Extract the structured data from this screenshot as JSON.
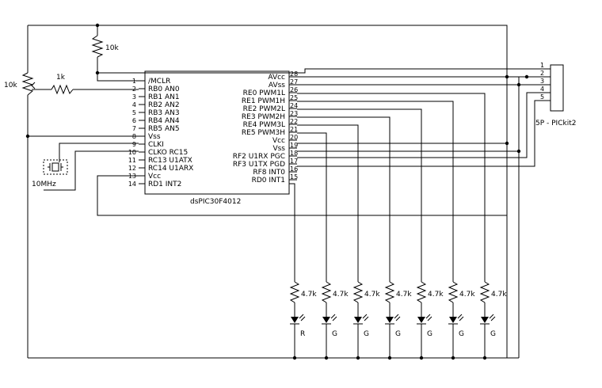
{
  "chip": {
    "name": "dsPIC30F4012",
    "left_pins": [
      {
        "num": "1",
        "label": "/MCLR"
      },
      {
        "num": "2",
        "label": "RB0  AN0"
      },
      {
        "num": "3",
        "label": "RB1  AN1"
      },
      {
        "num": "4",
        "label": "RB2  AN2"
      },
      {
        "num": "5",
        "label": "RB3  AN3"
      },
      {
        "num": "6",
        "label": "RB4  AN4"
      },
      {
        "num": "7",
        "label": "RB5  AN5"
      },
      {
        "num": "8",
        "label": "Vss"
      },
      {
        "num": "9",
        "label": "CLKI"
      },
      {
        "num": "10",
        "label": "CLKO  RC15"
      },
      {
        "num": "11",
        "label": "RC13  U1ATX"
      },
      {
        "num": "12",
        "label": "RC14  U1ARX"
      },
      {
        "num": "13",
        "label": "Vcc"
      },
      {
        "num": "14",
        "label": "RD1  INT2"
      }
    ],
    "right_pins": [
      {
        "num": "28",
        "label": "AVcc"
      },
      {
        "num": "27",
        "label": "AVss"
      },
      {
        "num": "26",
        "label": "RE0  PWM1L"
      },
      {
        "num": "25",
        "label": "RE1  PWM1H"
      },
      {
        "num": "24",
        "label": "RE2  PWM2L"
      },
      {
        "num": "23",
        "label": "RE3  PWM2H"
      },
      {
        "num": "22",
        "label": "RE4  PWM3L"
      },
      {
        "num": "21",
        "label": "RE5  PWM3H"
      },
      {
        "num": "20",
        "label": "Vcc"
      },
      {
        "num": "19",
        "label": "Vss"
      },
      {
        "num": "18",
        "label": "RF2  U1RX  PGC"
      },
      {
        "num": "17",
        "label": "RF3  U1TX  PGD"
      },
      {
        "num": "16",
        "label": "RF8  INT0"
      },
      {
        "num": "15",
        "label": "RD0  INT1"
      }
    ]
  },
  "components": {
    "r_pullup": "10k",
    "pot": "10k",
    "r_series": "1k",
    "crystal": "10MHz"
  },
  "connector": {
    "label": "5P - PICkit2",
    "pins": [
      "1",
      "2",
      "3",
      "4",
      "5"
    ]
  },
  "led_stages": [
    {
      "resistor": "4.7k",
      "color": "R"
    },
    {
      "resistor": "4.7k",
      "color": "G"
    },
    {
      "resistor": "4.7k",
      "color": "G"
    },
    {
      "resistor": "4.7k",
      "color": "G"
    },
    {
      "resistor": "4.7k",
      "color": "G"
    },
    {
      "resistor": "4.7k",
      "color": "G"
    },
    {
      "resistor": "4.7k",
      "color": "G"
    }
  ]
}
